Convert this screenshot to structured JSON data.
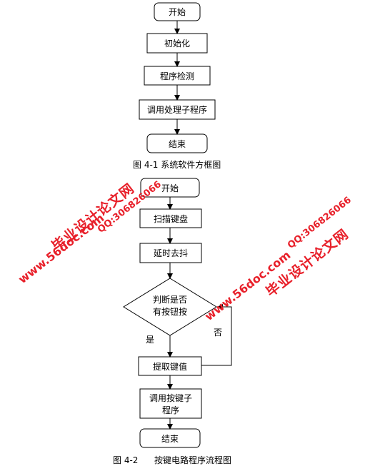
{
  "diagram1": {
    "nodes": {
      "start": "开始",
      "init": "初始化",
      "check": "程序检测",
      "call": "调用处理子程序",
      "end": "结束"
    },
    "caption": "图 4-1  系统软件方框图"
  },
  "diagram2": {
    "nodes": {
      "start": "开始",
      "scan": "扫描键盘",
      "debounce": "延时去抖",
      "decision_line1": "判断是否",
      "decision_line2": "有按钮按",
      "fetch": "提取键值",
      "call_line1": "调用按键子",
      "call_line2": "程序",
      "end": "结束"
    },
    "labels": {
      "yes": "是",
      "no": "否"
    },
    "caption_num": "图 4-2",
    "caption_text": "按键电路程序流程图"
  },
  "watermarks": {
    "site_cn": "毕业设计论文网",
    "url": "www.56doc.com",
    "qq": "QQ:306826066"
  },
  "colors": {
    "line": "#000000",
    "watermark": "#e8202a"
  }
}
